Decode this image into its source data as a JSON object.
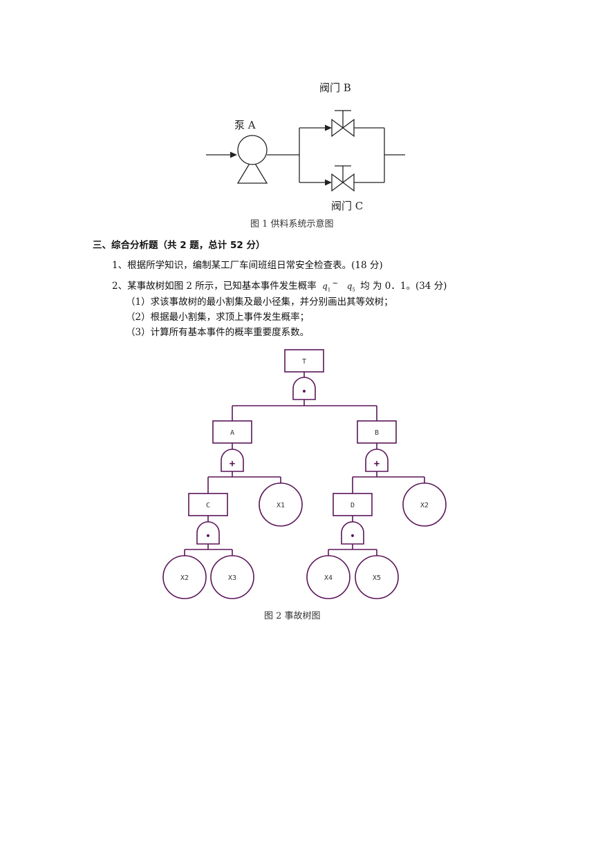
{
  "figure1": {
    "valve_b_label": "阀门 B",
    "pump_label": "泵 A",
    "valve_c_label": "阀门 C",
    "caption": "图 1 供料系统示意图"
  },
  "section3": {
    "heading": "三、综合分析题（共 2 题，总计 52 分）",
    "q1": "1、根据所学知识，编制某工厂车间班组日常安全检查表。(18 分)",
    "q2_prefix": "2、某事故树如图 2 所示，已知基本事件发生概率",
    "q2_q1": "q",
    "q2_q1_sub": "1",
    "q2_tilde": "~",
    "q2_q5": "q",
    "q2_q5_sub": "5",
    "q2_suffix": "均 为  0．1。(34 分)",
    "sub1": "（1）求该事故树的最小割集及最小径集，并分别画出其等效树；",
    "sub2": "（2）根据最小割集，求顶上事件发生概率；",
    "sub3": "（3）计算所有基本事件的概率重要度系数。"
  },
  "figure2": {
    "caption": "图 2   事故树图",
    "top_event": "T",
    "event_a": "A",
    "event_b": "B",
    "event_c": "C",
    "event_d": "D",
    "basic_x1": "X1",
    "basic_x2_right": "X2",
    "basic_x2_left": "X2",
    "basic_x3": "X3",
    "basic_x4": "X4",
    "basic_x5": "X5",
    "and_symbol": "•",
    "or_symbol": "+"
  },
  "colors": {
    "tree_stroke": "#5a1458"
  }
}
